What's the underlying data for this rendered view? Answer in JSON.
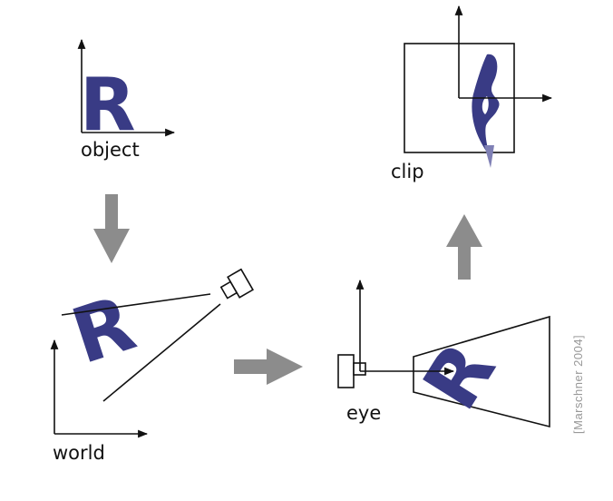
{
  "labels": {
    "object": "object",
    "world": "world",
    "eye": "eye",
    "clip": "clip",
    "letter": "R"
  },
  "citation": "[Marschner 2004]",
  "colors": {
    "letter": "#393b85",
    "flow_arrow": "#8c8c8c",
    "line": "#111111",
    "citation": "#999999"
  },
  "stages": [
    "object",
    "world",
    "eye",
    "clip"
  ]
}
